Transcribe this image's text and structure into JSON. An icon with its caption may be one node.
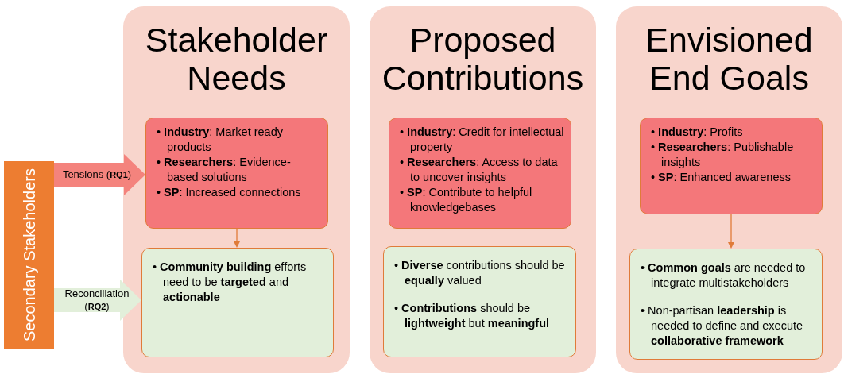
{
  "diagram": {
    "nodes": [
      {
        "text": [
          "Stakeholder Needs"
        ]
      },
      {
        "text": [
          "• **Industry**: Market ready products",
          "• **Researchers**: Evidence-based solutions",
          "• **SP**: Increased connections"
        ],
        "in": 0
      },
      {
        "text": [
          "• **Community building** efforts need to be **targeted** and **actionable**"
        ],
        "in": 0
      },
      {
        "text": [
          "Proposed Contributions"
        ]
      },
      {
        "text": [
          "• **Industry**: Credit for intellectual property",
          "• **Researchers**: Access to data to uncover insights",
          "• **SP**: Contribute to helpful knowledgebases"
        ],
        "in": 3
      },
      {
        "text": [
          "• **Diverse** contributions should be **equally** valued",
          "• **Contributions** should be **lightweight** but **meaningful**"
        ],
        "in": 3
      },
      {
        "text": [
          "Envisioned End Goals"
        ]
      },
      {
        "text": [
          "• **Industry**: Profits",
          "• **Researchers**: Publishable insights",
          "• **SP**: Enhanced awareness"
        ],
        "in": 6
      },
      {
        "text": [
          "• **Common goals** are needed to integrate multistakeholders",
          "• Non-partisan **leadership** is needed to define and execute **collaborative framework**"
        ],
        "in": 6
      },
      {
        "text": [
          "Secondary Stakeholders"
        ]
      }
    ],
    "edges": [
      {
        "from": 9,
        "to": 1,
        "arrow": "to",
        "label": "Tensions (**RQ1**)",
        "style": "thick",
        "color": "#f4837d"
      },
      {
        "from": 9,
        "to": 2,
        "arrow": "to",
        "label": "Reconciliation (**RQ2**)",
        "style": "thick",
        "color": "#e2efda"
      },
      {
        "from": 1,
        "to": 2,
        "arrow": "to"
      },
      {
        "from": 7,
        "to": 8,
        "arrow": "to"
      }
    ]
  }
}
